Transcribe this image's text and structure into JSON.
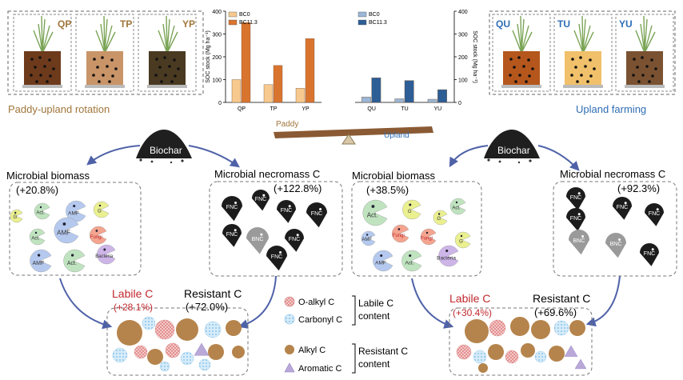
{
  "left_panel": {
    "pots": [
      "QP",
      "TP",
      "YP"
    ],
    "caption": "Paddy-upland rotation",
    "soil_colors": [
      "#6e3a1c",
      "#c99468",
      "#4a3a22"
    ]
  },
  "right_panel": {
    "pots": [
      "QU",
      "TU",
      "YU"
    ],
    "caption": "Upland farming",
    "soil_colors": [
      "#b5561c",
      "#f0c06a",
      "#7a5232"
    ]
  },
  "chart_data": [
    {
      "type": "bar",
      "categories": [
        "QP",
        "TP",
        "YP"
      ],
      "series": [
        {
          "name": "BC0",
          "values": [
            100,
            78,
            62
          ],
          "color": "#f7c98f"
        },
        {
          "name": "BC11.3",
          "values": [
            350,
            162,
            280
          ],
          "color": "#d9742f"
        }
      ],
      "ylabel": "SOC stock (Mg ha⁻¹)",
      "ylim": [
        0,
        400
      ],
      "yticks": [
        0,
        100,
        200,
        300,
        400
      ],
      "legend": "top-left"
    },
    {
      "type": "bar",
      "categories": [
        "QU",
        "TU",
        "YU"
      ],
      "series": [
        {
          "name": "BC0",
          "values": [
            24,
            16,
            14
          ],
          "color": "#9bb6d6"
        },
        {
          "name": "BC11.3",
          "values": [
            108,
            96,
            56
          ],
          "color": "#2d5e96"
        }
      ],
      "ylabel": "SOC stock (Mg ha⁻¹)",
      "ylim": [
        0,
        400
      ],
      "yticks": [
        0,
        100,
        200,
        300,
        400
      ],
      "legend": "top-left"
    }
  ],
  "seesaw": {
    "left_label": "Paddy",
    "right_label": "Upland"
  },
  "biochar_label": "Biochar",
  "left_flow": {
    "microbial_biomass": {
      "title": "Microbial biomass",
      "change": "(+20.8%)"
    },
    "microbial_necromass": {
      "title": "Microbial necromass C",
      "change": "(+122.8%)"
    },
    "labile": {
      "title": "Labile C",
      "change": "(+28.1%)"
    },
    "resistant": {
      "title": "Resistant C",
      "change": "(+72.0%)"
    }
  },
  "right_flow": {
    "microbial_biomass": {
      "title": "Microbial biomass",
      "change": "(+38.5%)"
    },
    "microbial_necromass": {
      "title": "Microbial necromass C",
      "change": "(+92.3%)"
    },
    "labile": {
      "title": "Labile C",
      "change": "(+30.4%)"
    },
    "resistant": {
      "title": "Resistant C",
      "change": "(+69.6%)"
    }
  },
  "microbes_left": [
    "Act.",
    "AMF",
    "G",
    "Act.",
    "AMF",
    "Fungi",
    "G",
    "AMF",
    "Act.",
    "Bacteria"
  ],
  "microbes_right": [
    "Act.",
    "G",
    "Act.",
    "G",
    "AMF",
    "Fungi",
    "Fungi",
    "G",
    "AMF",
    "Act.",
    "Bacteria"
  ],
  "necromass_left": [
    "FNC",
    "FNC",
    "FNC",
    "FNC",
    "FNC",
    "BNC",
    "FNC",
    "FNC"
  ],
  "necromass_right": [
    "FNC",
    "FNC",
    "FNC",
    "FNC",
    "BNC",
    "BNC",
    "FNC"
  ],
  "legend": {
    "o_alkyl": "O-alkyl C",
    "carbonyl": "Carbonyl C",
    "labile_content": [
      "Labile C",
      "content"
    ],
    "alkyl": "Alkyl C",
    "aromatic": "Aromatic C",
    "resistant_content": [
      "Resistant C",
      "content"
    ]
  },
  "colors": {
    "left_accent": "#a0763a",
    "right_accent": "#2f6db5",
    "labile_red": "#c0272d",
    "arrow_blue": "#4f62a8"
  }
}
